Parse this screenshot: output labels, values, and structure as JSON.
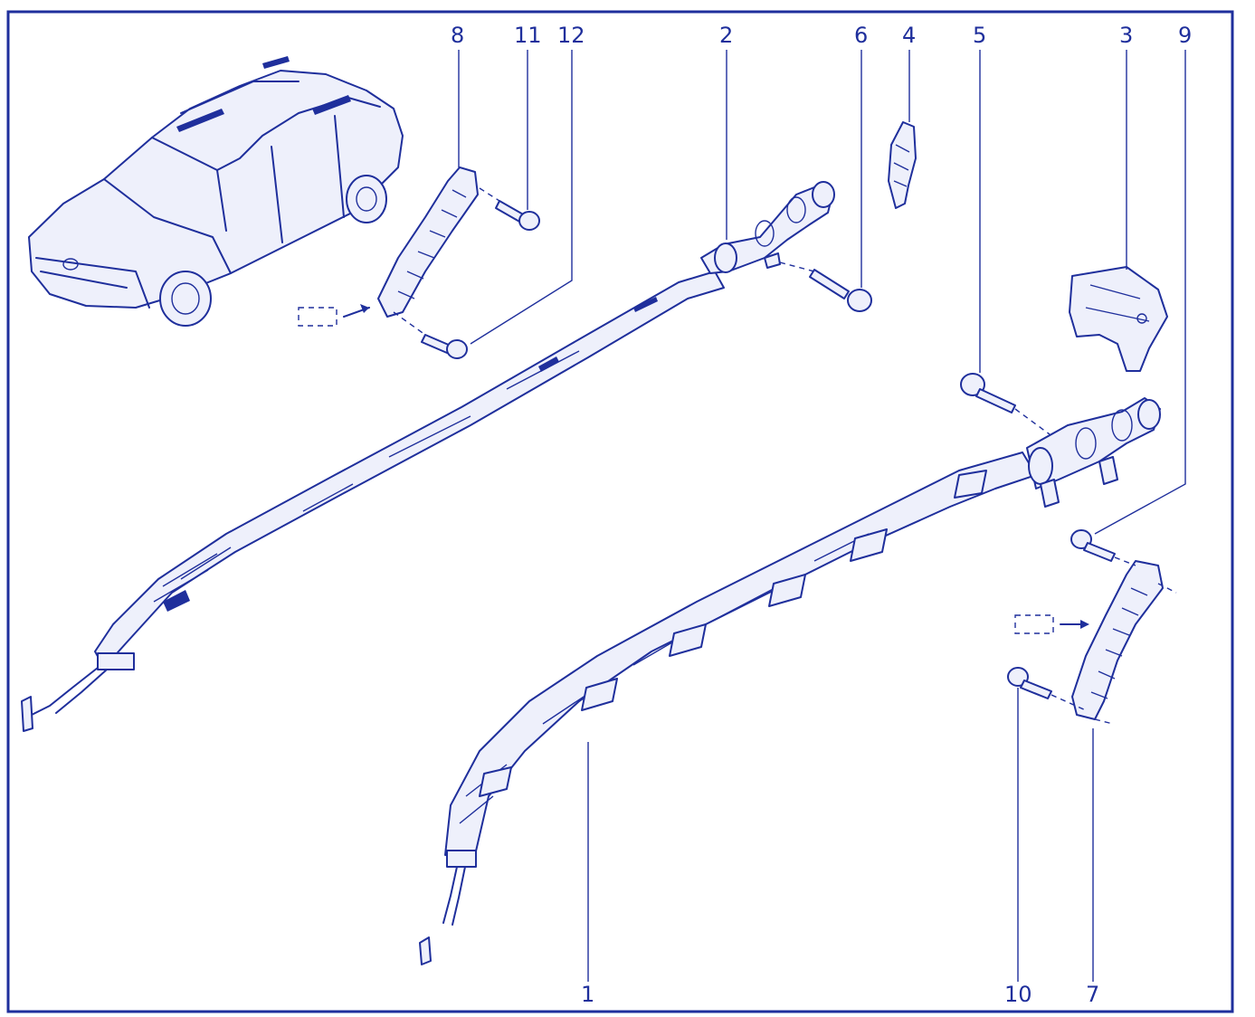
{
  "colors": {
    "line": "#1f2f9c",
    "background": "#ffffff",
    "frame": "#1f2f9c"
  },
  "callouts": {
    "c1": "1",
    "c2": "2",
    "c3": "3",
    "c4": "4",
    "c5": "5",
    "c6": "6",
    "c7": "7",
    "c8": "8",
    "c9": "9",
    "c10": "10",
    "c11": "11",
    "c12": "12"
  },
  "icons": {
    "car": "station-wagon-car-icon",
    "marker": "dashed-rectangle-marker-icon",
    "screw": "flanged-screw-icon"
  }
}
